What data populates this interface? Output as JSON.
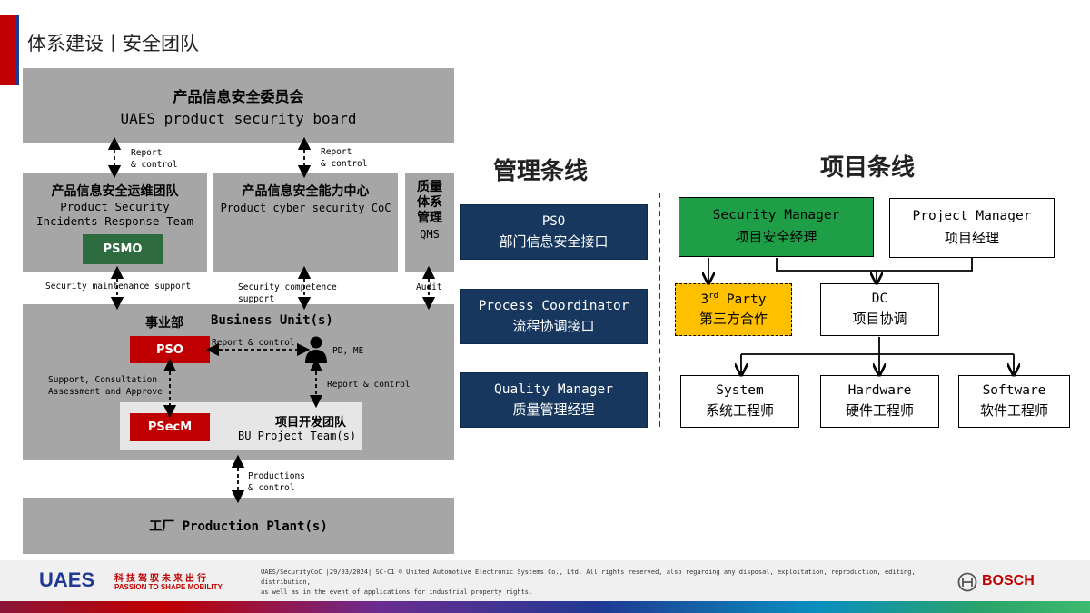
{
  "header": {
    "title": "体系建设丨安全团队"
  },
  "left": {
    "board": {
      "cn": "产品信息安全委员会",
      "en": "UAES product security board"
    },
    "report1": "Report\n& control",
    "report2": "Report\n& control",
    "ops": {
      "cn": "产品信息安全运维团队",
      "en": "Product Security\nIncidents Response Team",
      "tag": "PSMO"
    },
    "coc": {
      "cn": "产品信息安全能力中心",
      "en": "Product cyber security CoC"
    },
    "qms": {
      "cn": "质量\n体系\n管理",
      "en": "QMS"
    },
    "sec_maint": "Security maintenance support",
    "sec_comp": "Security competence\nsupport",
    "audit": "Audit",
    "bu": {
      "cn": "事业部",
      "en": "Business Unit(s)",
      "pso": "PSO",
      "report_ctrl": "Report & control",
      "pd_me": "PD, ME",
      "support": "Support, Consultation\nAssessment and Approve",
      "report_ctrl2": "Report & control"
    },
    "project_team": {
      "tag": "PSecM",
      "cn": "项目开发团队",
      "en": "BU Project Team(s)"
    },
    "productions": "Productions\n& control",
    "plant": "工厂 Production Plant(s)"
  },
  "management": {
    "title": "管理条线",
    "items": [
      {
        "en": "PSO",
        "cn": "部门信息安全接口"
      },
      {
        "en": "Process Coordinator",
        "cn": "流程协调接口"
      },
      {
        "en": "Quality Manager",
        "cn": "质量管理经理"
      }
    ]
  },
  "project": {
    "title": "项目条线",
    "security_manager": {
      "en": "Security Manager",
      "cn": "项目安全经理"
    },
    "project_manager": {
      "en": "Project Manager",
      "cn": "项目经理"
    },
    "third_party": {
      "en_num": "3",
      "en_sup": "rd",
      "en_rest": " Party",
      "cn": "第三方合作"
    },
    "dc": {
      "en": "DC",
      "cn": "项目协调"
    },
    "system": {
      "en": "System",
      "cn": "系统工程师"
    },
    "hardware": {
      "en": "Hardware",
      "cn": "硬件工程师"
    },
    "software": {
      "en": "Software",
      "cn": "软件工程师"
    }
  },
  "footer": {
    "logo": "UAES",
    "slogan_cn": "科技驾驭未来出行",
    "slogan_en": "PASSION TO SHAPE MOBILITY",
    "legal": "UAES/SecurityCoC |29/03/2024| SC-C1  © United Automotive Electronic Systems Co., Ltd.  All rights reserved, also regarding any disposal, exploitation, reproduction, editing, distribution,\n as well as in the event of applications for industrial property rights.",
    "bosch": "BOSCH"
  },
  "colors": {
    "accent_red": "#c00000",
    "navy": "#17375e",
    "green": "#1e9e46",
    "orange": "#ffc000",
    "gray": "#a6a6a6"
  }
}
